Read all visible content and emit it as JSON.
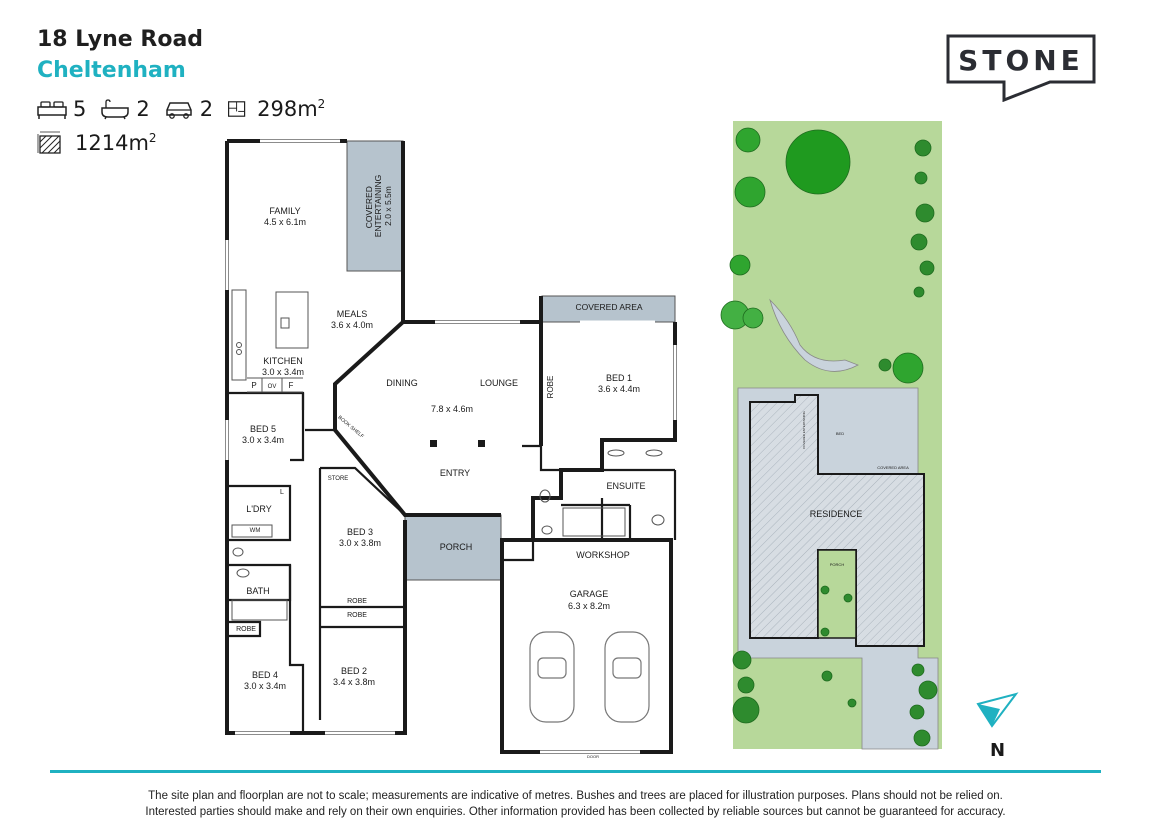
{
  "header": {
    "address": "18 Lyne Road",
    "suburb": "Cheltenham",
    "suburb_color": "#1fb1c1",
    "beds": "5",
    "baths": "2",
    "cars": "2",
    "floor_area": "298m",
    "land_area": "1214m",
    "area_unit_sup": "2",
    "icons": [
      "bed-icon",
      "bath-icon",
      "car-icon",
      "floorplan-icon",
      "land-icon"
    ]
  },
  "brand": {
    "logo_text": "STONE"
  },
  "rooms": {
    "family": {
      "name": "FAMILY",
      "size": "4.5 x 6.1m"
    },
    "covered_entertaining": {
      "name": "COVERED ENTERTAINING",
      "line1": "COVERED",
      "line2": "ENTERTAINING",
      "size": "2.0 x 5.5m"
    },
    "meals": {
      "name": "MEALS",
      "size": "3.6 x 4.0m"
    },
    "kitchen": {
      "name": "KITCHEN",
      "size": "3.0 x 3.4m"
    },
    "pantry_p": "P",
    "oven_ov": "OV",
    "fridge_f": "F",
    "dining": "DINING",
    "lounge": "LOUNGE",
    "dining_lounge_size": "7.8 x 4.6m",
    "book_shelf": "BOOK SHELF",
    "covered_area": "COVERED AREA",
    "bed1": {
      "name": "BED 1",
      "size": "3.6 x 4.4m"
    },
    "robe": "ROBE",
    "bed5": {
      "name": "BED 5",
      "size": "3.0 x 3.4m"
    },
    "store": "STORE",
    "entry": "ENTRY",
    "ensuite": "ENSUITE",
    "laundry": "L'DRY",
    "laundry_l": "L",
    "wm": "WM",
    "bed3": {
      "name": "BED 3",
      "size": "3.0 x 3.8m"
    },
    "porch": "PORCH",
    "workshop": "WORKSHOP",
    "garage": {
      "name": "GARAGE",
      "size": "6.3 x 8.2m"
    },
    "bath": "BATH",
    "bed4": {
      "name": "BED 4",
      "size": "3.0 x 3.4m"
    },
    "bed2": {
      "name": "BED 2",
      "size": "3.4 x 3.8m"
    },
    "door": "DOOR"
  },
  "site": {
    "residence": "RESIDENCE",
    "covered_entertaining": "COVERED ENTERTAINING",
    "bed": "BED",
    "covered_area": "COVERED AREA",
    "porch": "PORCH",
    "lawn_color": "#b7d89a",
    "paving_color": "#c9d3dc"
  },
  "north": "N",
  "accent_color": "#1fb1c1",
  "disclaimer": {
    "line1": "The site plan and floorplan are not to scale; measurements are indicative of metres. Bushes and trees are placed for illustration purposes. Plans should not be relied on.",
    "line2": "Interested parties should make and rely on their own enquiries. Other information provided has been collected by reliable sources but cannot be guaranteed for accuracy."
  }
}
